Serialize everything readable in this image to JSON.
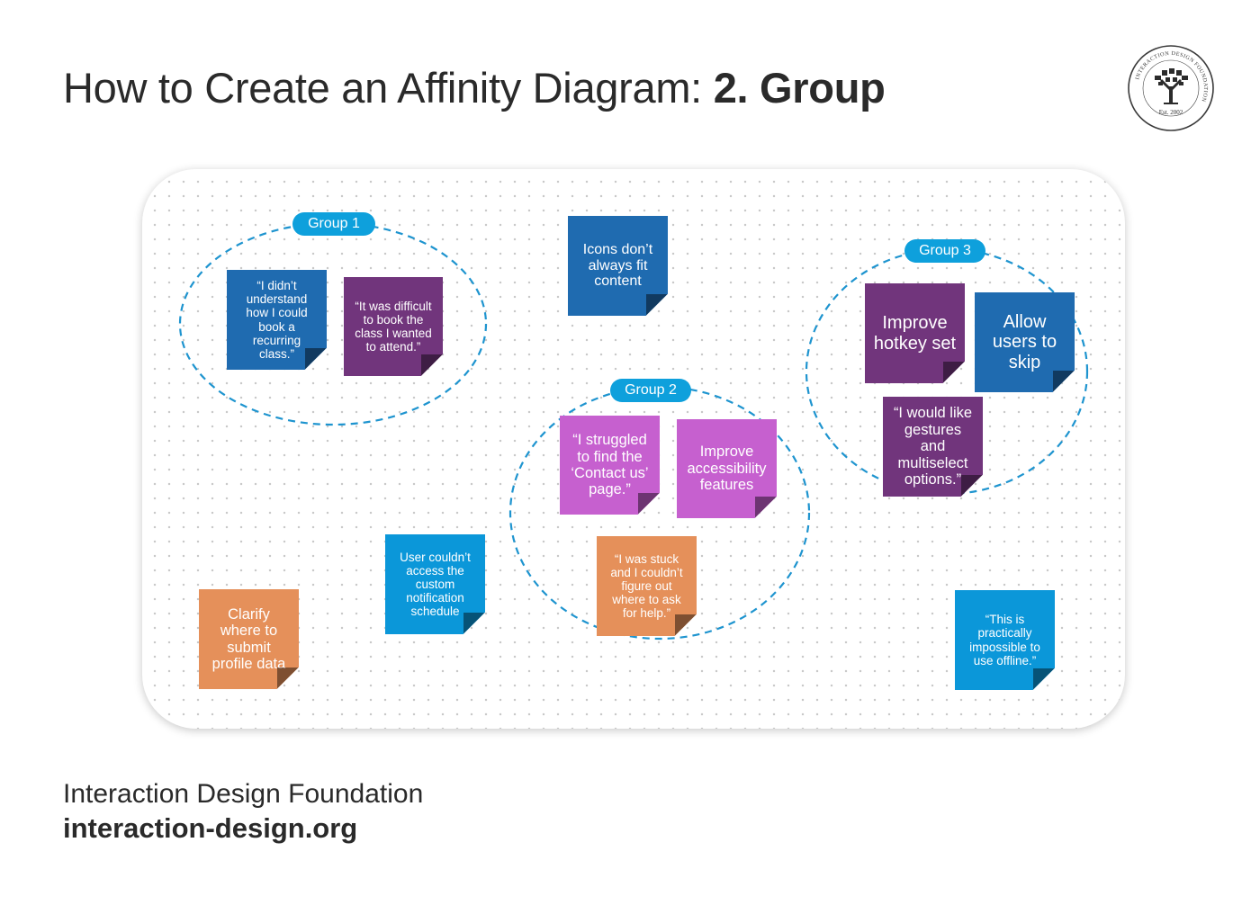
{
  "header": {
    "title_prefix": "How to Create an Affinity Diagram: ",
    "title_bold": "2. Group"
  },
  "logo": {
    "ring_text": "INTERACTION DESIGN FOUNDATION",
    "established": "Est. 2002",
    "icon": "tree-icon"
  },
  "groups": [
    {
      "label": "Group 1"
    },
    {
      "label": "Group 2"
    },
    {
      "label": "Group 3"
    }
  ],
  "notes": {
    "g1_a": "“I didn’t understand how I could book a recurring class.”",
    "g1_b": "“It was difficult to book the class I wanted to attend.”",
    "icons": "Icons don’t always fit content",
    "g2_a": "“I struggled to find the ‘Contact us’ page.”",
    "g2_b": "Improve accessibility features",
    "g2_c": "“I was stuck and I couldn’t figure out where to ask for help.”",
    "g3_a": "Improve hotkey set",
    "g3_b": "Allow users to skip",
    "g3_c": "“I would like gestures and multiselect options.”",
    "user_notif": "User couldn’t access the custom notification schedule",
    "clarify": "Clarify where to submit profile data",
    "offline": "“This is practically impossible to use offline.”"
  },
  "colors": {
    "blue_dark": "#1f6bb0",
    "blue_light": "#0b97d9",
    "purple": "#71357c",
    "magenta": "#c660cf",
    "orange": "#e5905a",
    "group_accent": "#0ea0dc"
  },
  "footer": {
    "org": "Interaction Design Foundation",
    "url": "interaction-design.org"
  }
}
